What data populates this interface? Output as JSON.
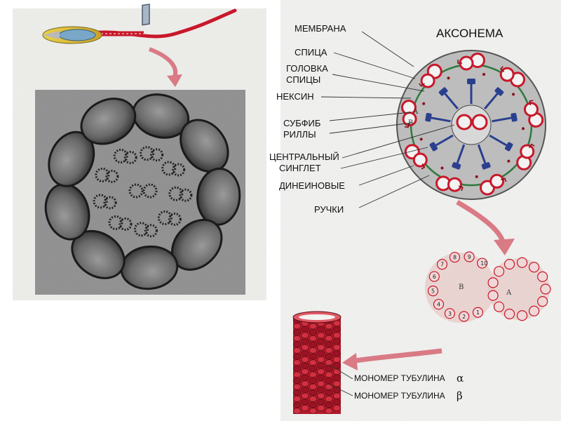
{
  "title": "АКСОНЕМА",
  "labels": {
    "membrane": "МЕМБРАНА",
    "spoke": "СПИЦА",
    "spoke_head_1": "ГОЛОВКА",
    "spoke_head_2": "СПИЦЫ",
    "nexin": "НЕКСИН",
    "subfibrils_1": "СУБФИБ",
    "subfibrils_2": "РИЛЛЫ",
    "central_1": "ЦЕНТРАЛЬНЫЙ",
    "central_2": "СИНГЛЕТ",
    "dynein_1": "ДИНЕИНОВЫЕ",
    "dynein_2": "РУЧКИ"
  },
  "subfiber_labels": {
    "a": "A",
    "b": "B"
  },
  "doublet_numbers": [
    "1",
    "2",
    "3",
    "4",
    "5",
    "6",
    "7",
    "8",
    "9",
    "10"
  ],
  "tubulin": {
    "alpha_label": "МОНОМЕР ТУБУЛИНА",
    "alpha_symbol": "α",
    "beta_label": "МОНОМЕР ТУБУЛИНА",
    "beta_symbol": "β"
  },
  "colors": {
    "tubule_red": "#c8182a",
    "dark_red": "#8a1020",
    "dynein_blue": "#2a3f8e",
    "nexin_green": "#2f7a3e",
    "section_gray": "#bdbdbd",
    "arrow_pink": "#d97a84"
  }
}
